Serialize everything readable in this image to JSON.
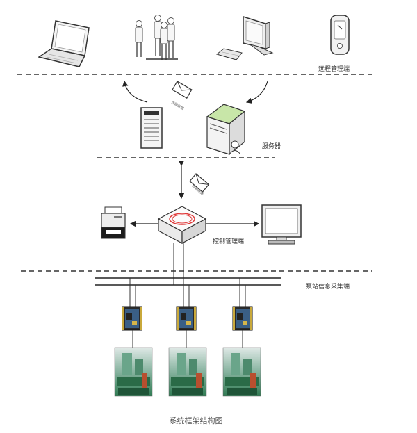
{
  "labels": {
    "remote": "远程管理端",
    "server": "服务器",
    "control": "控制管理端",
    "pump": "泵站信息采集端"
  },
  "caption": "系统框架结构图",
  "colors": {
    "accent": "#e03a3a",
    "line": "#222222",
    "dash": "#333333",
    "pump_green": "#3e8a5c",
    "server_green": "#c8e6a8"
  }
}
